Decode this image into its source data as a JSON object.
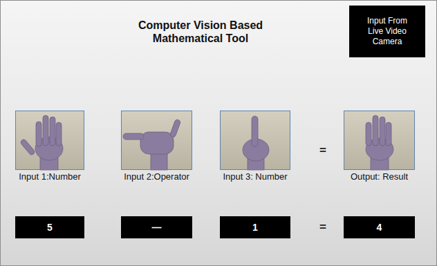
{
  "diagram": {
    "title": "Computer Vision Based Mathematical Tool",
    "nodes": [
      {
        "text": [
          "Input From Live Video Camera"
        ]
      },
      {
        "text": [
          "Input 1:Number"
        ]
      },
      {
        "text": [
          "Input 2:Operator"
        ]
      },
      {
        "text": [
          "Input 3: Number"
        ]
      },
      {
        "text": [
          "Output: Result"
        ]
      },
      {
        "text": [
          "5"
        ]
      },
      {
        "text": [
          "—"
        ]
      },
      {
        "text": [
          "1"
        ]
      },
      {
        "text": [
          "4"
        ]
      }
    ],
    "labels": [
      "=",
      "="
    ]
  }
}
